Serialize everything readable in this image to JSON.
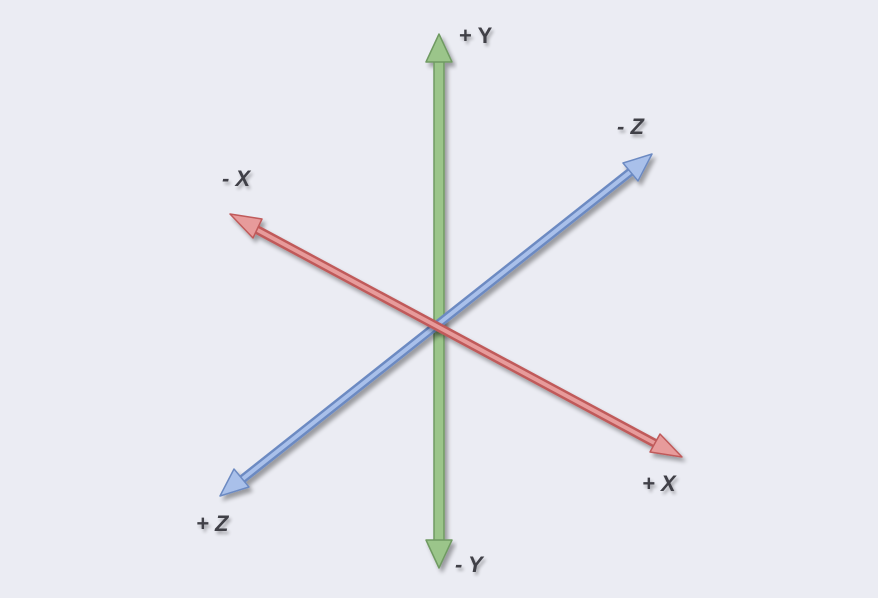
{
  "diagram": {
    "axes": {
      "y_positive": {
        "label": "+ Y",
        "color": "#9bc58a",
        "edge": "#6f9a62"
      },
      "y_negative": {
        "label": "- Y",
        "color": "#9bc58a",
        "edge": "#6f9a62"
      },
      "x_positive": {
        "label": "+ X",
        "color": "#e79b9b",
        "edge": "#c05a5a"
      },
      "x_negative": {
        "label": "- X",
        "color": "#e79b9b",
        "edge": "#c05a5a"
      },
      "z_positive": {
        "label": "+ Z",
        "color": "#a9c0ea",
        "edge": "#6c8ac2"
      },
      "z_negative": {
        "label": "- Z",
        "color": "#a9c0ea",
        "edge": "#6c8ac2"
      }
    },
    "background": "#ebecf3",
    "label_color": "#3f3f47"
  }
}
